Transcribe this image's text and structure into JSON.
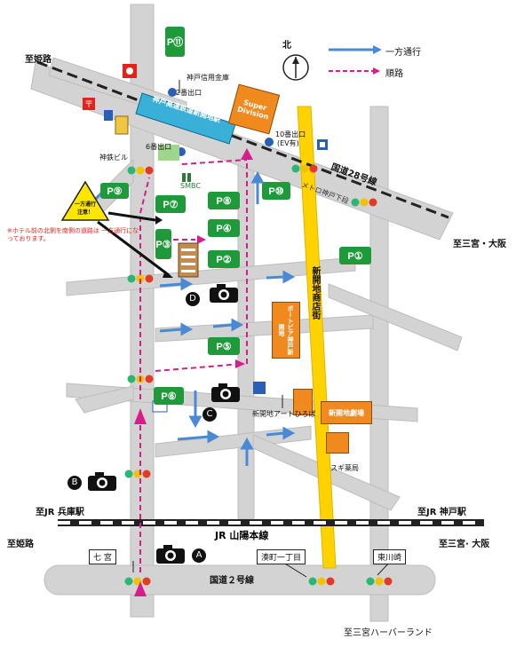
{
  "legend": {
    "north": "北",
    "oneway": "一方通行",
    "route": "順路"
  },
  "destinations": {
    "himeji_top": "至姫路",
    "sannomiya_osaka_top": "至三宮・大阪",
    "jr_hyogo": "至JR 兵庫駅",
    "jr_kobe": "至JR 神戸駅",
    "himeji_bottom": "至姫路",
    "sannomiya_osaka_bottom": "至三宮· 大阪",
    "harborland": "至三宮ハーバーランド"
  },
  "railways": {
    "jr": "JR 山陽本線",
    "kosoku": "神戸高速鉄道新開地駅"
  },
  "roads": {
    "route28": "国道28号線",
    "route2": "国道２号線",
    "metro_sign": "メトロ神戸下段"
  },
  "streets": {
    "shopping": "新開地商店街"
  },
  "exits": {
    "exit2": "2番出口",
    "exit6": "6番出口",
    "exit10": "10番出口",
    "exit10_sub": "(EV有)"
  },
  "places": {
    "shinkin": "神戸信用金庫",
    "kobe_bldg": "神鉄ビル",
    "smbc": "SMBC",
    "super_division": "Super Division",
    "bootopia": "ボートピア神戸新開地",
    "art_hiroba": "新開地アートひろば",
    "shinkaichi_plaza": "新開地劇場",
    "sugi": "スギ薬局"
  },
  "crossings": {
    "nanamiya": "七 宮",
    "minatomachi": "湊町一丁目",
    "higashikawasaki": "東川崎"
  },
  "warning": {
    "sign": "一方通行 注意！",
    "note": "※ホテル前の北側を南側の道路は 一方通行になっております。"
  },
  "parkings": [
    "P⑪",
    "P⑨",
    "P⑦",
    "P⑧",
    "P④",
    "P③",
    "P②",
    "P⑩",
    "P①",
    "P⑤",
    "P⑥"
  ],
  "cameras": [
    "A",
    "B",
    "C",
    "D"
  ],
  "colors": {
    "road": "#d3d3d3",
    "parking": "#1f9a3b",
    "building": "#f08a1e",
    "street": "#ffd200",
    "oneway": "#4a8ad4",
    "route": "#d61d8a"
  }
}
